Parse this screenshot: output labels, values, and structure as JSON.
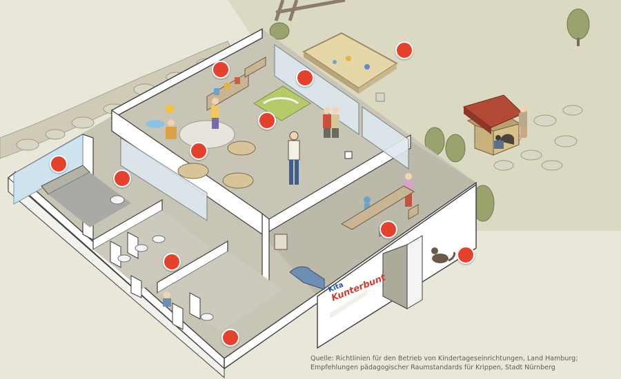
{
  "source": {
    "line1": "Quelle: Richtlinien für den Betrieb von Kindertageseinrichtungen, Land Hamburg;",
    "line2": "Empfehlungen pädagogischer Raumstandards für Krippen, Stadt Nürnberg"
  },
  "sign": {
    "line1": "Kita",
    "line2": "Kunterbunt"
  },
  "colors": {
    "hotspot": "#e4412f",
    "ground": "#e9e7da",
    "grass": "#d7d3b8",
    "floor": "#c8c4b5",
    "wall": "#ffffff"
  },
  "hotspots": [
    {
      "id": "group-room"
    },
    {
      "id": "window-front"
    },
    {
      "id": "sandbox"
    },
    {
      "id": "play-carpet"
    },
    {
      "id": "reading-corner"
    },
    {
      "id": "kitchen"
    },
    {
      "id": "washroom-upper"
    },
    {
      "id": "changing-room"
    },
    {
      "id": "cloakroom"
    },
    {
      "id": "outdoor-entrance"
    },
    {
      "id": "toilet-room"
    }
  ]
}
